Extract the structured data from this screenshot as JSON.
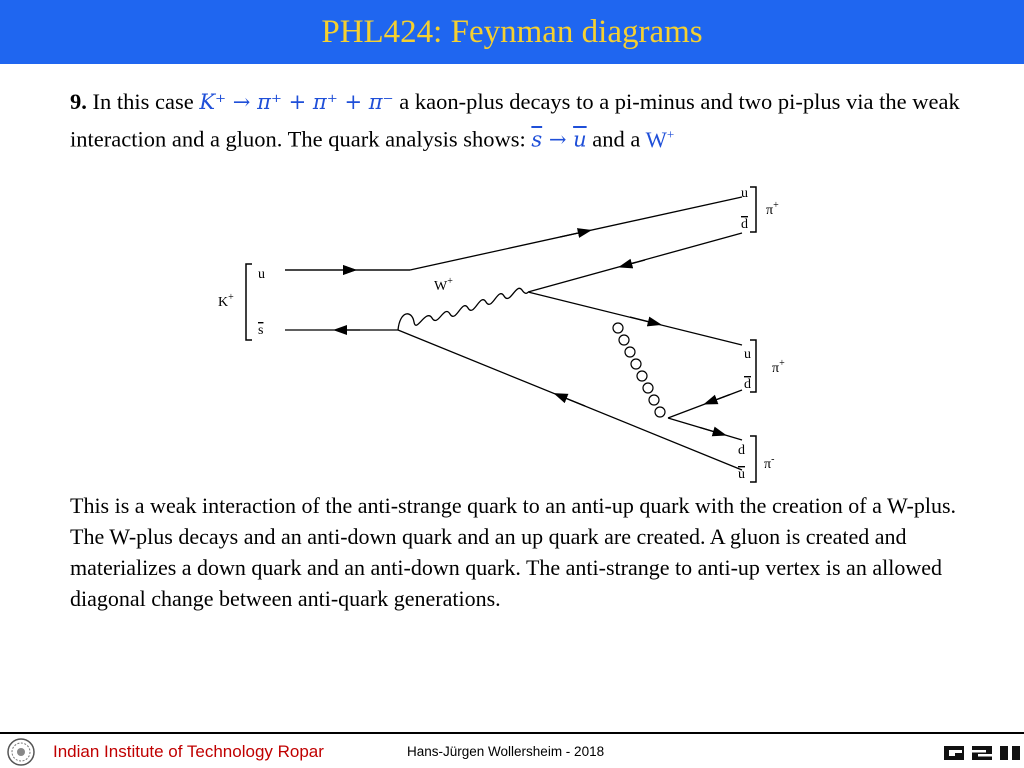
{
  "header": {
    "title": "PHL424: Feynman diagrams"
  },
  "question": {
    "number": "9.",
    "text_before": " In this case ",
    "reaction": "K⁺ → π⁺ + π⁺ + π⁻",
    "text_middle": " a kaon-plus decays to a pi-minus and two pi-plus via the weak interaction and a gluon. The quark analysis shows: ",
    "quark_from": "s",
    "arrow": " → ",
    "quark_to": "u",
    "text_and": " and a ",
    "boson": "W",
    "boson_charge": "+"
  },
  "diagram": {
    "initial_meson": "K",
    "initial_charge": "+",
    "initial_quark_1": "u",
    "initial_quark_2": "s",
    "boson_label": "W",
    "boson_charge": "+",
    "final_1_quark_1": "u",
    "final_1_quark_2": "d",
    "final_1_meson": "π",
    "final_1_charge": "+",
    "final_2_quark_1": "u",
    "final_2_quark_2": "d",
    "final_2_meson": "π",
    "final_2_charge": "+",
    "final_3_quark_1": "d",
    "final_3_quark_2": "u",
    "final_3_meson": "π",
    "final_3_charge": "-"
  },
  "explanation": "This is a weak interaction of the anti-strange quark to an anti-up quark with the creation of a W-plus. The W-plus decays and an anti-down quark and an up quark are created. A gluon is created and materializes a down quark and an anti-down quark. The anti-strange to anti-up vertex is an allowed diagonal change between anti-quark generations.",
  "footer": {
    "institute": "Indian Institute of Technology Ropar",
    "author": "Hans-Jürgen Wollersheim  - 2018",
    "logo": "GSI"
  },
  "colors": {
    "title_bar": "#1f66f0",
    "title_text": "#f5d030",
    "math_blue": "#1f4fd8",
    "institute_red": "#c00000"
  }
}
